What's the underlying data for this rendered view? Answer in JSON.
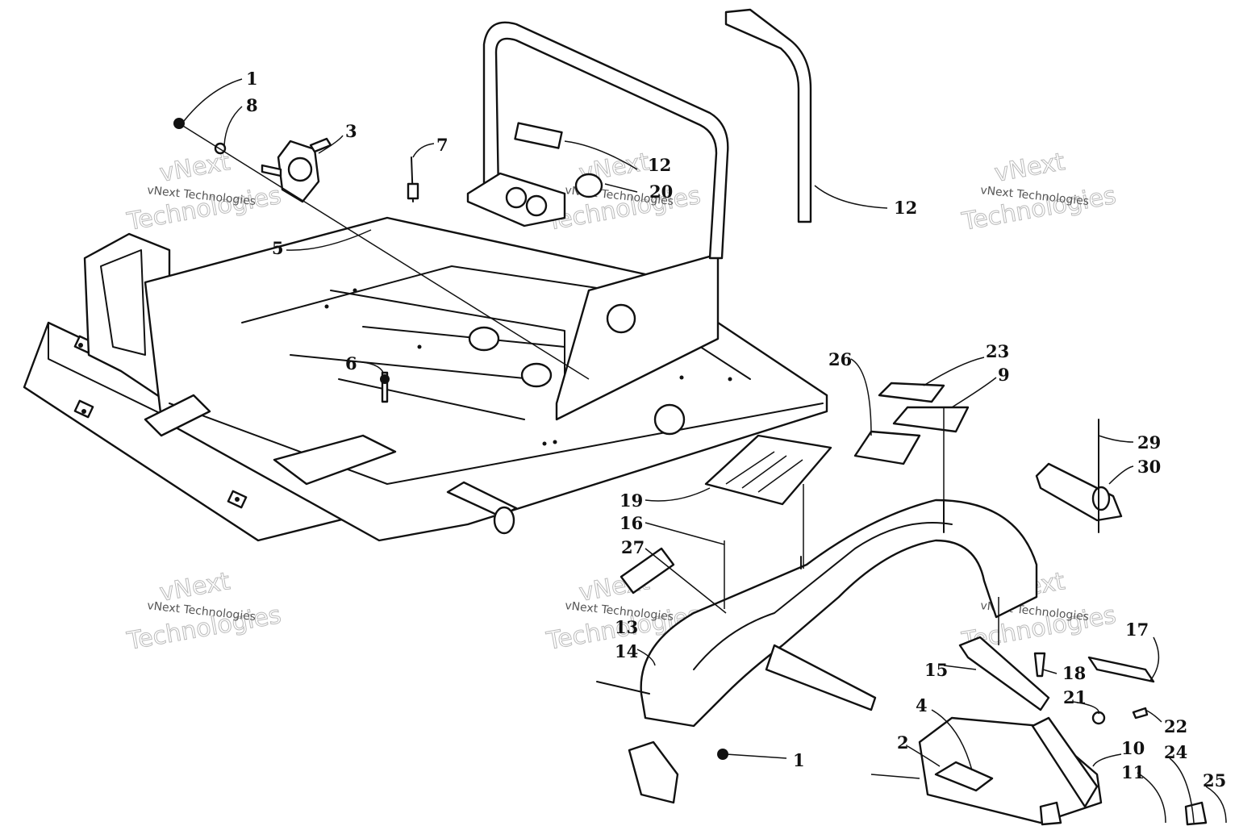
{
  "diagram": {
    "callouts": [
      {
        "id": "c1a",
        "label": "1"
      },
      {
        "id": "c8",
        "label": "8"
      },
      {
        "id": "c3",
        "label": "3"
      },
      {
        "id": "c7",
        "label": "7"
      },
      {
        "id": "c12a",
        "label": "12"
      },
      {
        "id": "c20",
        "label": "20"
      },
      {
        "id": "c12b",
        "label": "12"
      },
      {
        "id": "c5",
        "label": "5"
      },
      {
        "id": "c6",
        "label": "6"
      },
      {
        "id": "c26",
        "label": "26"
      },
      {
        "id": "c23",
        "label": "23"
      },
      {
        "id": "c9",
        "label": "9"
      },
      {
        "id": "c29",
        "label": "29"
      },
      {
        "id": "c30",
        "label": "30"
      },
      {
        "id": "c19",
        "label": "19"
      },
      {
        "id": "c16",
        "label": "16"
      },
      {
        "id": "c27",
        "label": "27"
      },
      {
        "id": "c13",
        "label": "13"
      },
      {
        "id": "c14",
        "label": "14"
      },
      {
        "id": "c17",
        "label": "17"
      },
      {
        "id": "c15",
        "label": "15"
      },
      {
        "id": "c18",
        "label": "18"
      },
      {
        "id": "c21",
        "label": "21"
      },
      {
        "id": "c4",
        "label": "4"
      },
      {
        "id": "c2",
        "label": "2"
      },
      {
        "id": "c22",
        "label": "22"
      },
      {
        "id": "c10",
        "label": "10"
      },
      {
        "id": "c24",
        "label": "24"
      },
      {
        "id": "c11",
        "label": "11"
      },
      {
        "id": "c25",
        "label": "25"
      },
      {
        "id": "c1b",
        "label": "1"
      }
    ],
    "watermark": {
      "small": "vNext Technologies",
      "large_top": "vNext",
      "large_bottom": "Technologies"
    }
  }
}
